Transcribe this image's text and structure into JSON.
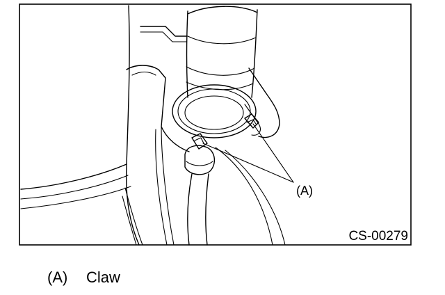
{
  "figure": {
    "figure_id": "CS-00279",
    "callout": {
      "label": "(A)"
    }
  },
  "legend": [
    {
      "key": "(A)",
      "text": "Claw"
    }
  ]
}
